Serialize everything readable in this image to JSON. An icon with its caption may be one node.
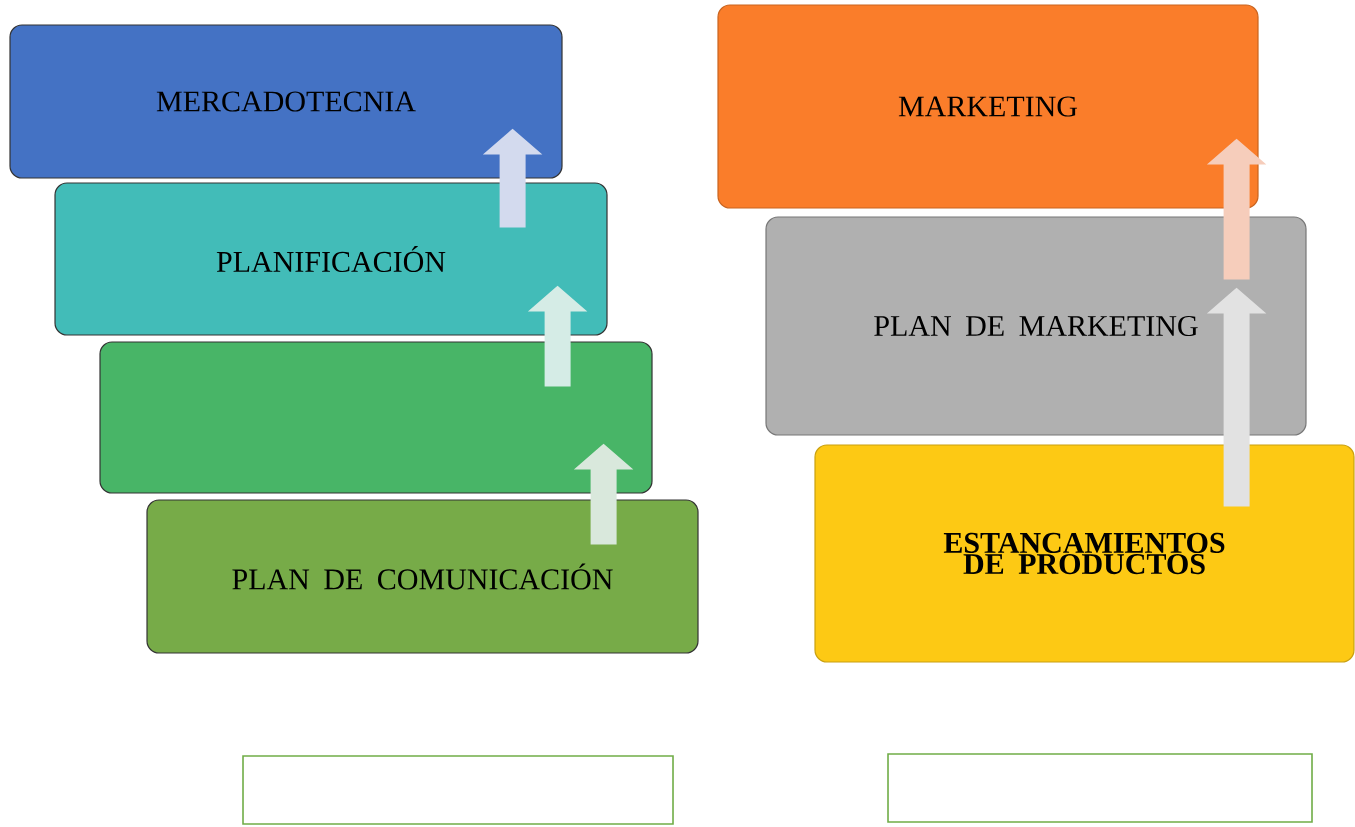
{
  "diagram": {
    "nodes": [
      {
        "text": [
          "MERCADOTECNIA"
        ]
      },
      {
        "text": [
          "PLANIFICACIÓN"
        ]
      },
      {
        "text": [],
        "shape": "box"
      },
      {
        "text": [
          "PLAN DE COMUNICACIÓN"
        ]
      },
      {
        "text": [
          "MARKETING"
        ]
      },
      {
        "text": [
          "PLAN DE MARKETING"
        ]
      },
      {
        "text": [
          "ESTANCAMIENTOS DE PRODUCTOS"
        ]
      },
      {
        "text": [],
        "shape": "box"
      },
      {
        "text": [],
        "shape": "box"
      }
    ],
    "edges": [
      {
        "from": 3,
        "to": 2,
        "arrow": "to"
      },
      {
        "from": 2,
        "to": 1,
        "arrow": "to"
      },
      {
        "from": 1,
        "to": 0,
        "arrow": "to"
      },
      {
        "from": 6,
        "to": 5,
        "arrow": "to"
      },
      {
        "from": 5,
        "to": 4,
        "arrow": "to"
      }
    ]
  }
}
